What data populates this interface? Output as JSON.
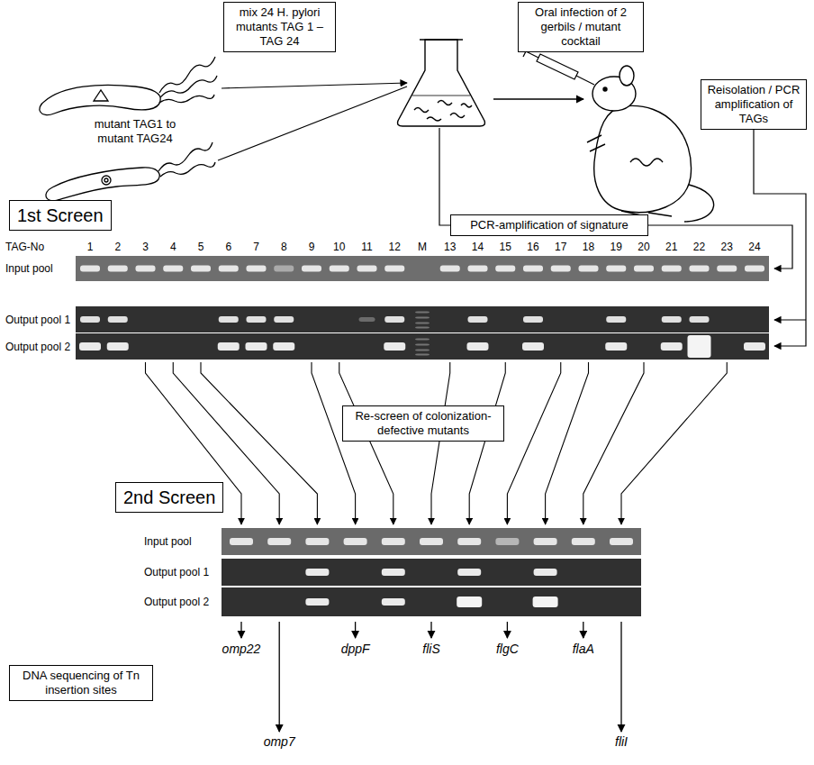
{
  "diagram": {
    "nodes": [
      {
        "text": [
          "mix 24 H. pylori mutants TAG 1 – TAG 24"
        ]
      },
      {
        "text": [
          "Oral infection of 2 gerbils / mutant cocktail"
        ]
      },
      {
        "text": [
          "Reisolation / PCR amplification of TAGs"
        ]
      },
      {
        "text": [
          "1st Screen"
        ]
      },
      {
        "text": [
          "PCR-amplification of signature"
        ]
      },
      {
        "text": [
          "Re-screen of colonization-defective mutants"
        ]
      },
      {
        "text": [
          "2nd Screen"
        ]
      },
      {
        "text": [
          "DNA sequencing of Tn insertion sites"
        ]
      }
    ],
    "labels": [
      "mutant TAG1 to mutant TAG24",
      "TAG-No",
      "1",
      "2",
      "3",
      "4",
      "5",
      "6",
      "7",
      "8",
      "9",
      "10",
      "11",
      "12",
      "M",
      "13",
      "14",
      "15",
      "16",
      "17",
      "18",
      "19",
      "20",
      "21",
      "22",
      "23",
      "24",
      "Input pool",
      "Output pool 1",
      "Output pool 2",
      "Input pool",
      "Output pool 1",
      "Output pool 2",
      "omp22",
      "omp7",
      "dppF",
      "fliS",
      "flgC",
      "flaA",
      "fliI"
    ]
  }
}
